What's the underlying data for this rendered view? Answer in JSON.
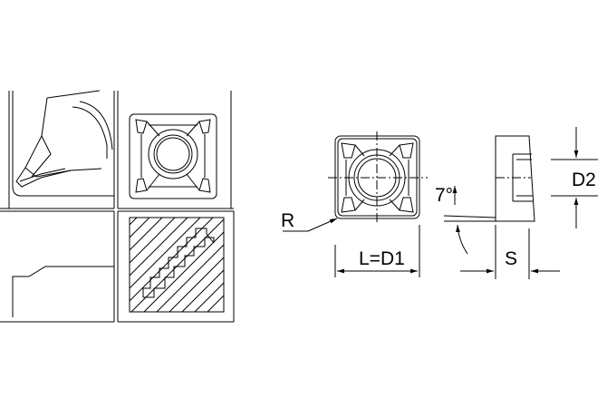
{
  "drawing": {
    "labels": {
      "radius": "R",
      "length": "L=D1",
      "angle": "7°",
      "hole_diameter": "D2",
      "thickness": "S"
    },
    "colors": {
      "line": "#000000",
      "background": "#ffffff"
    },
    "panels": [
      {
        "name": "tool-holder-pocket-view",
        "icon": "pocket-corner-icon"
      },
      {
        "name": "insert-top-view-thumbnail",
        "icon": "square-insert-icon"
      },
      {
        "name": "cut-profile-view",
        "icon": "cut-profile-icon"
      },
      {
        "name": "chip-pattern-view",
        "icon": "hatched-stair-icon"
      }
    ]
  }
}
